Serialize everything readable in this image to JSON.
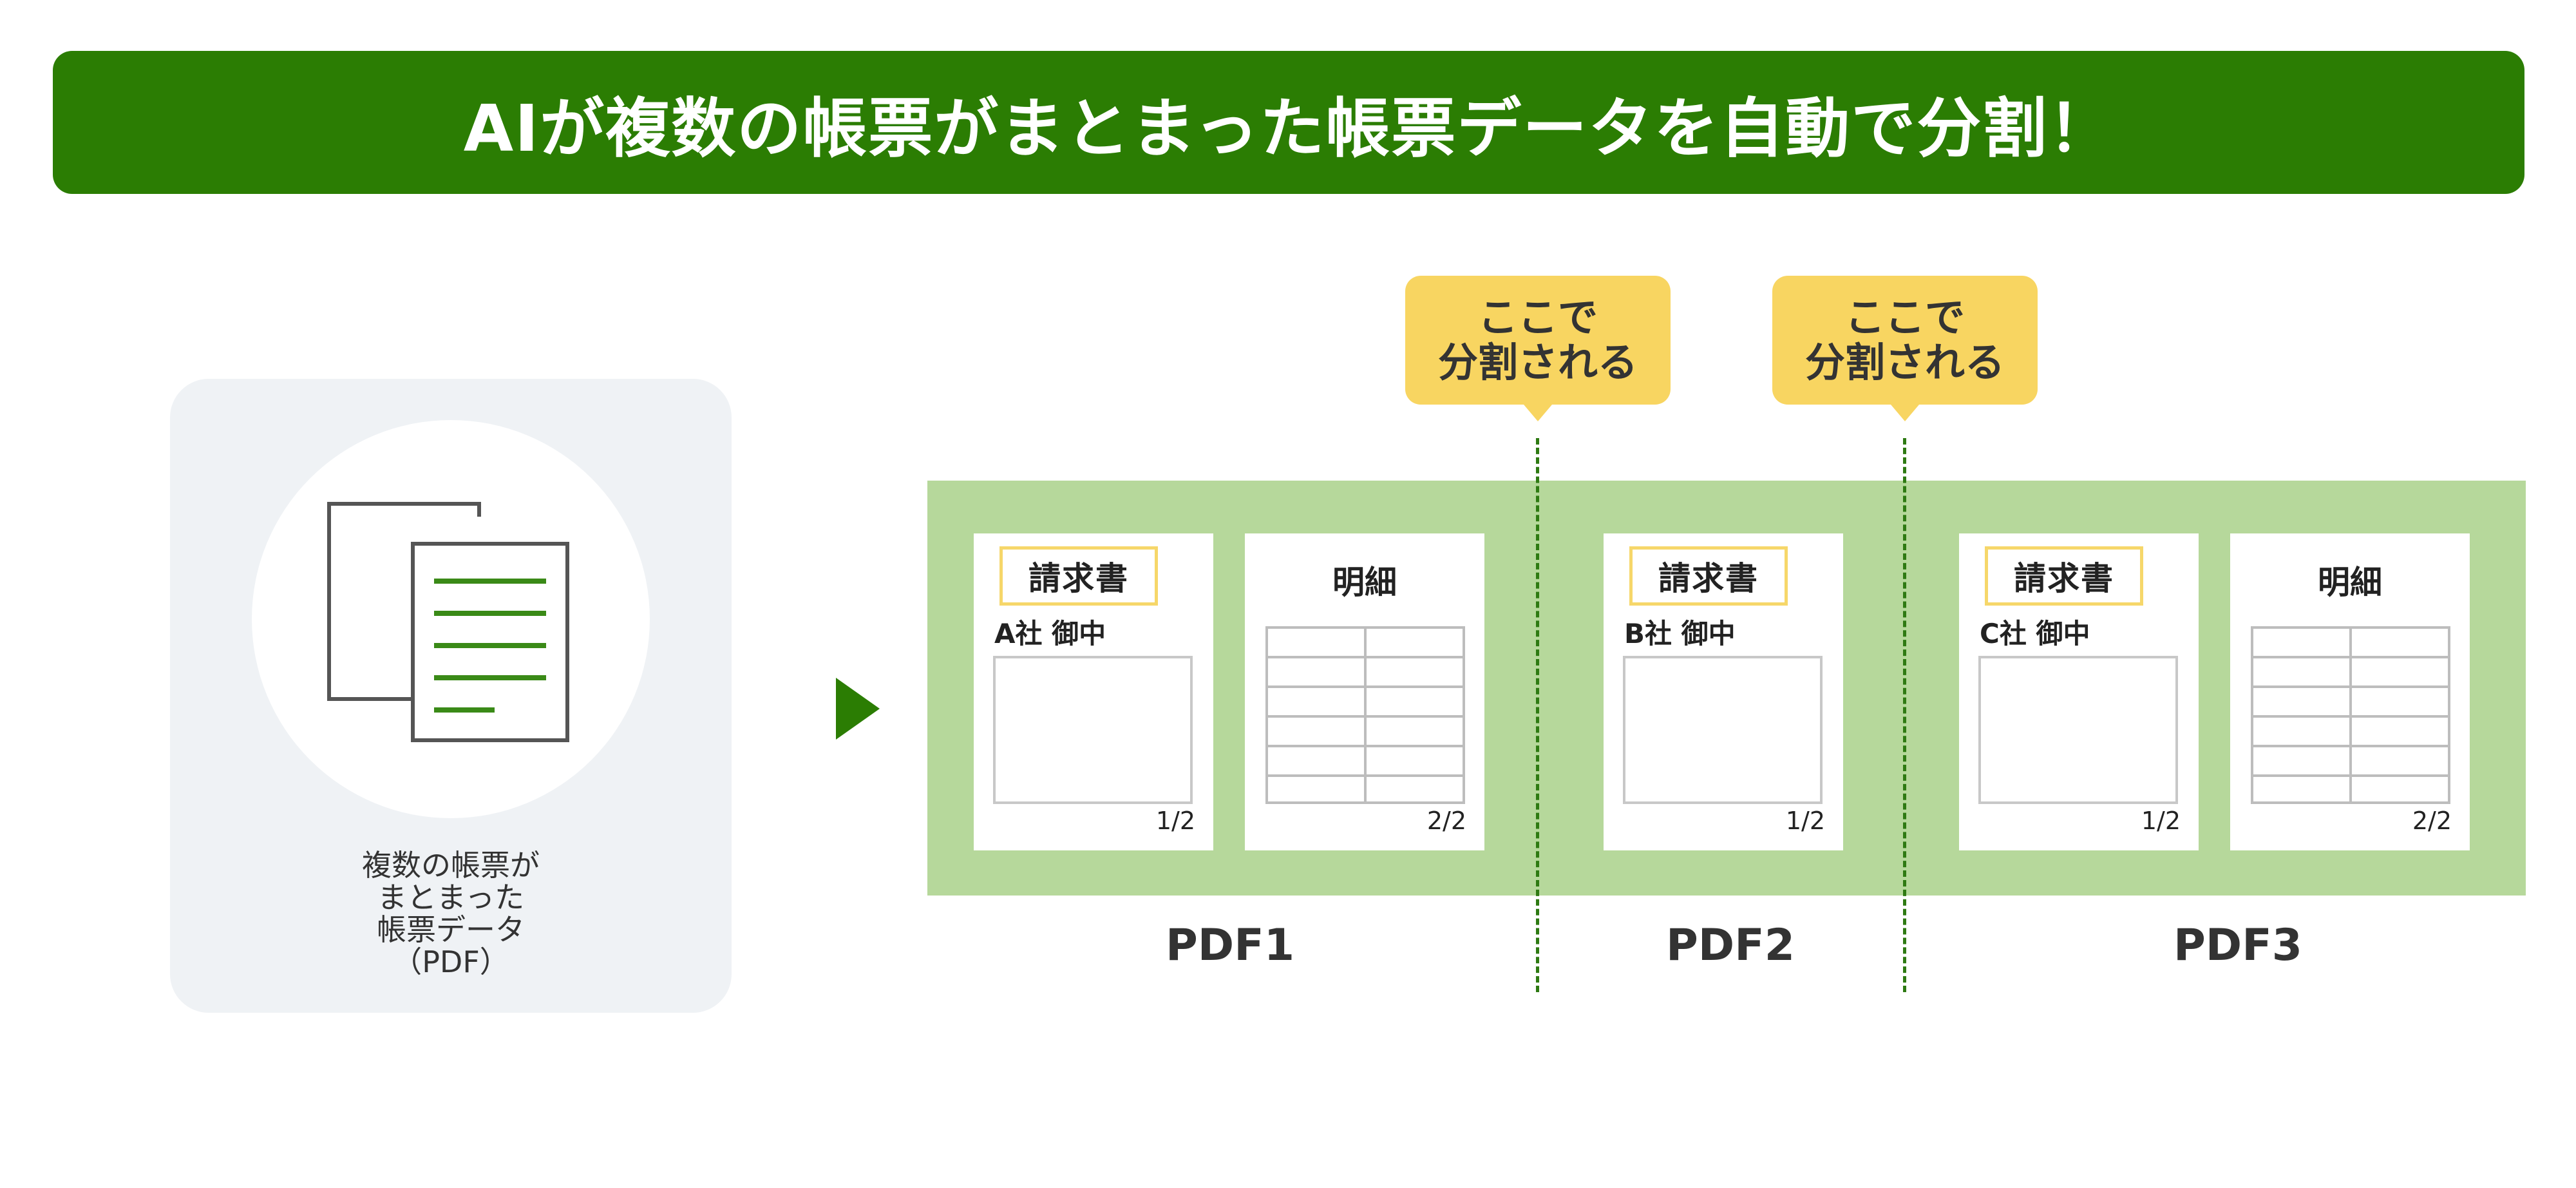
{
  "banner": {
    "title": "AIが複数の帳票がまとまった帳票データを自動で分割！"
  },
  "source": {
    "label_lines": [
      "複数の帳票が",
      "まとまった",
      "帳票データ",
      "（PDF）"
    ],
    "icon": "document-stack-icon"
  },
  "arrow": {
    "icon": "play-arrow-icon"
  },
  "callouts": [
    {
      "line1": "ここで",
      "line2": "分割される"
    },
    {
      "line1": "ここで",
      "line2": "分割される"
    }
  ],
  "pages": [
    {
      "kind": "invoice",
      "title": "請求書",
      "addressee": "A社 御中",
      "page_number": "1/2"
    },
    {
      "kind": "detail",
      "title": "明細",
      "page_number": "2/2"
    },
    {
      "kind": "invoice",
      "title": "請求書",
      "addressee": "B社 御中",
      "page_number": "1/2"
    },
    {
      "kind": "invoice",
      "title": "請求書",
      "addressee": "C社 御中",
      "page_number": "1/2"
    },
    {
      "kind": "detail",
      "title": "明細",
      "page_number": "2/2"
    }
  ],
  "pdf_labels": [
    "PDF1",
    "PDF2",
    "PDF3"
  ],
  "colors": {
    "brand_green": "#2b7d03",
    "strip_green": "#b6d89b",
    "callout_yellow": "#f8d561",
    "title_border_yellow": "#f6d76a",
    "split_line_green": "#2e7a12"
  }
}
